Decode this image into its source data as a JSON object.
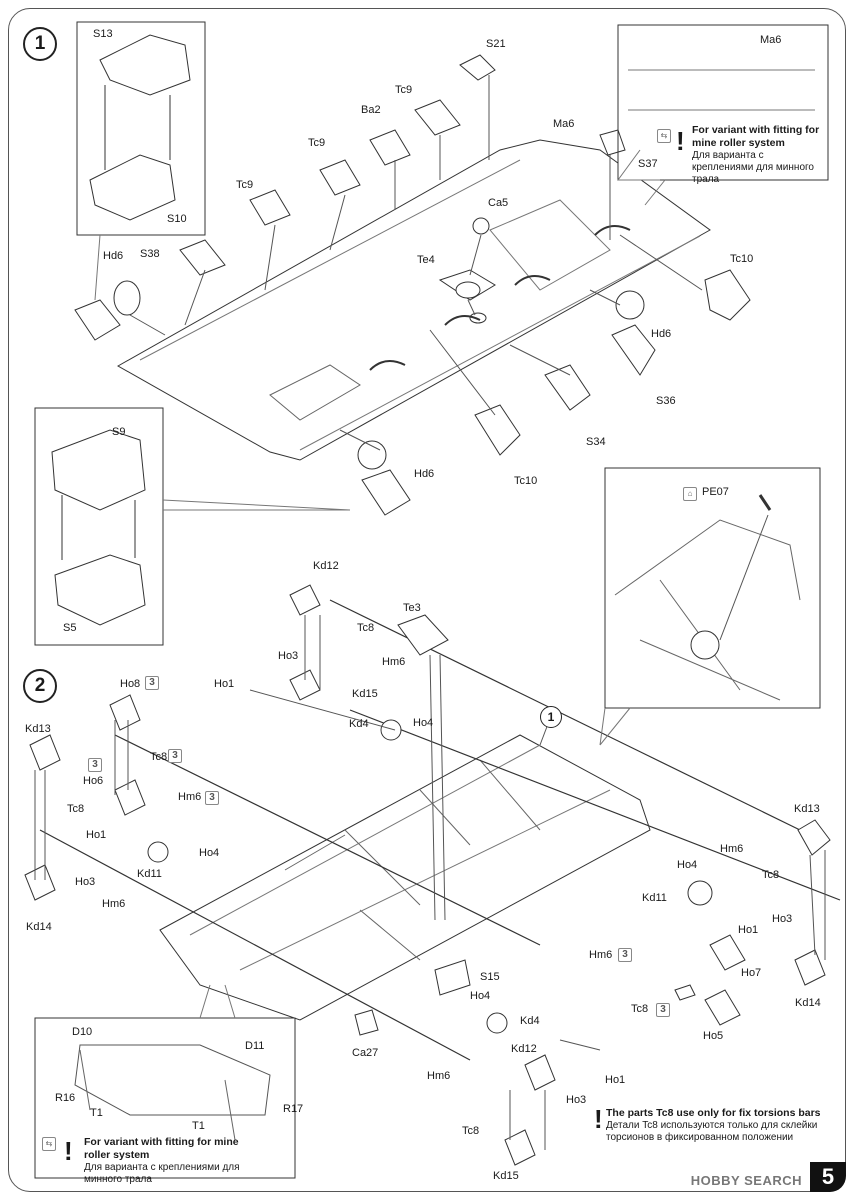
{
  "page": {
    "number": "5",
    "watermark": "HOBBY SEARCH"
  },
  "step1": {
    "number": "1",
    "labels": [
      "S13",
      "S10",
      "S21",
      "Ba2",
      "Tc9",
      "Tc9",
      "Tc9",
      "Ma6",
      "Ca5",
      "Te4",
      "S38",
      "Hd6",
      "S37",
      "Tc10",
      "Hd6",
      "S36",
      "S34",
      "Tc10",
      "Hd6",
      "S9",
      "S5"
    ],
    "inset_label": "Ma6",
    "note": {
      "title": "For variant with fitting for mine roller system",
      "ru": "Для варианта с креплениями для минного трала"
    }
  },
  "step2": {
    "number": "2",
    "labels": [
      "Kd12",
      "Te3",
      "Tc8",
      "Ho3",
      "Ho1",
      "Kd15",
      "Hm6",
      "Kd4",
      "Ho4",
      "Ho8",
      "Tc8",
      "Kd13",
      "Ho6",
      "Tc8",
      "Hm6",
      "Ho1",
      "Ho4",
      "Kd11",
      "Ho3",
      "Kd14",
      "Hm6",
      "Kd13",
      "Tc8",
      "Hm6",
      "Ho4",
      "Kd11",
      "Ho1",
      "Ho3",
      "Ho7",
      "Kd14",
      "Hm6",
      "Tc8",
      "Ho5",
      "S15",
      "Ho4",
      "Kd4",
      "Ca27",
      "Kd12",
      "Hm6",
      "Ho1",
      "Ho3",
      "Tc8",
      "Kd15"
    ],
    "callout": "1",
    "pe_label": "PE07",
    "inset_labels": [
      "D10",
      "D11",
      "R16",
      "T1",
      "T1",
      "R17"
    ],
    "note_mine": {
      "title": "For variant with fitting for mine roller system",
      "ru": "Для варианта с креплениями для минного трала"
    },
    "note_tc8": {
      "title": "The parts Tc8 use only for fix torsions bars",
      "ru": "Детали Tc8 используются только для склейки торсионов в фиксированном положении"
    },
    "step_refs": [
      "3",
      "3",
      "3",
      "3",
      "3",
      "3"
    ]
  }
}
